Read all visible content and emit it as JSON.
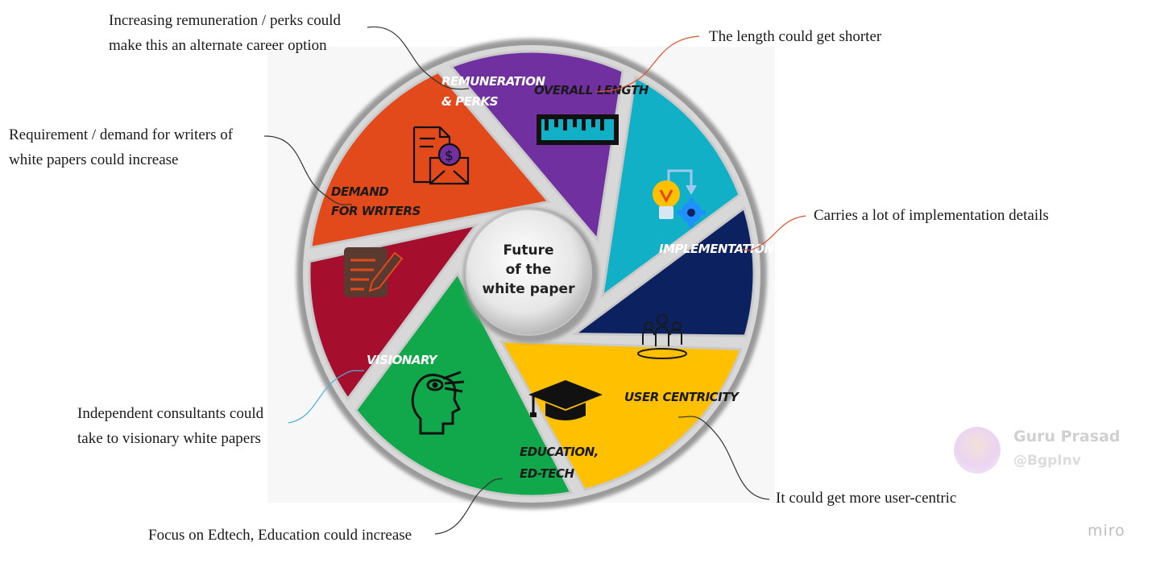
{
  "center": {
    "line1": "Future",
    "line2": "of the",
    "line3": "white paper"
  },
  "segments": [
    {
      "id": "remuneration",
      "label_line1": "REMUNERATION",
      "label_line2": "& PERKS",
      "color": "#7030a0",
      "icon": "salary-envelope-icon"
    },
    {
      "id": "length",
      "label_line1": "OVERALL LENGTH",
      "color": "#12b0c6",
      "icon": "ruler-icon"
    },
    {
      "id": "implementation",
      "label_line1": "IMPLEMENTATION",
      "color": "#0b2160",
      "icon": "idea-gear-icon"
    },
    {
      "id": "user",
      "label_line1": "USER CENTRICITY",
      "color": "#ffc000",
      "icon": "user-group-icon"
    },
    {
      "id": "education",
      "label_line1": "EDUCATION,",
      "label_line2": "ED-TECH",
      "color": "#11a84b",
      "icon": "graduation-cap-icon"
    },
    {
      "id": "visionary",
      "label_line1": "VISIONARY",
      "color": "#a50f2d",
      "icon": "visionary-head-icon"
    },
    {
      "id": "demand",
      "label_line1": "DEMAND",
      "label_line2": "FOR WRITERS",
      "color": "#e2491b",
      "icon": "writing-icon"
    }
  ],
  "notes": {
    "remuneration": "Increasing remuneration / perks could\nmake this an alternate career option",
    "length": "The length could get shorter",
    "demand": "Requirement / demand for writers of\nwhite papers could increase",
    "implementation": "Carries a lot of implementation details",
    "visionary": "Independent consultants could\ntake to visionary white papers",
    "user": "It could get more user-centric",
    "education": "Focus on Edtech, Education could increase"
  },
  "credit": {
    "name": "Guru Prasad",
    "handle": "@BgpInv"
  },
  "brand": "miro"
}
